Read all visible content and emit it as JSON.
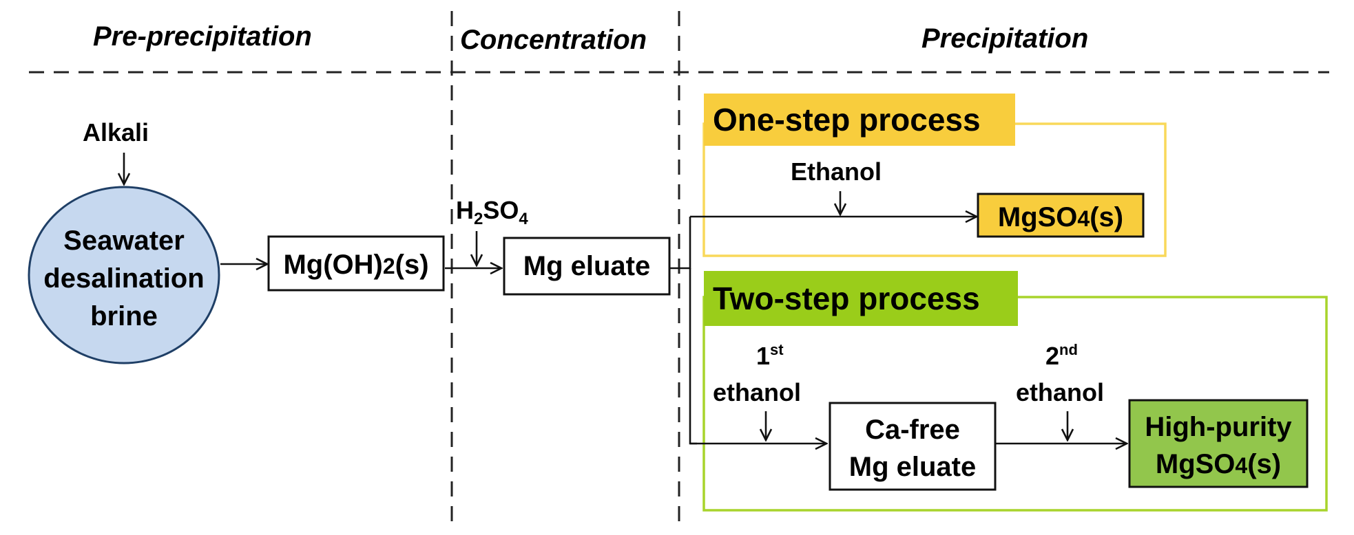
{
  "colors": {
    "brine_fill": "#c6d8ef",
    "one_step_accent": "#f8cd3d",
    "one_step_frame": "#f9d85a",
    "two_step_accent": "#9acd1a",
    "two_step_frame": "#a8d42c",
    "high_purity_fill": "#92c64c"
  },
  "sections": {
    "pre_precipitation": "Pre-precipitation",
    "concentration": "Concentration",
    "precipitation": "Precipitation"
  },
  "nodes": {
    "alkali": "Alkali",
    "brine": [
      "Seawater",
      "desalination",
      "brine"
    ],
    "mg_oh2": {
      "main": "Mg(OH)",
      "sub": "2",
      "tail": "(s)"
    },
    "h2so4": {
      "h": "H",
      "sub1": "2",
      "so": "SO",
      "sub2": "4"
    },
    "mg_eluate": "Mg eluate",
    "one_step": {
      "title": "One-step process",
      "reagent": "Ethanol",
      "product": {
        "main": "MgSO",
        "sub": "4",
        "tail": "(s)"
      }
    },
    "two_step": {
      "title": "Two-step process",
      "first_reagent": {
        "num": "1",
        "sup": "st",
        "word": "ethanol"
      },
      "second_reagent": {
        "num": "2",
        "sup": "nd",
        "word": "ethanol"
      },
      "intermediate": [
        "Ca-free",
        "Mg eluate"
      ],
      "product": {
        "line1": "High-purity",
        "main": "MgSO",
        "sub": "4",
        "tail": "(s)"
      }
    }
  }
}
